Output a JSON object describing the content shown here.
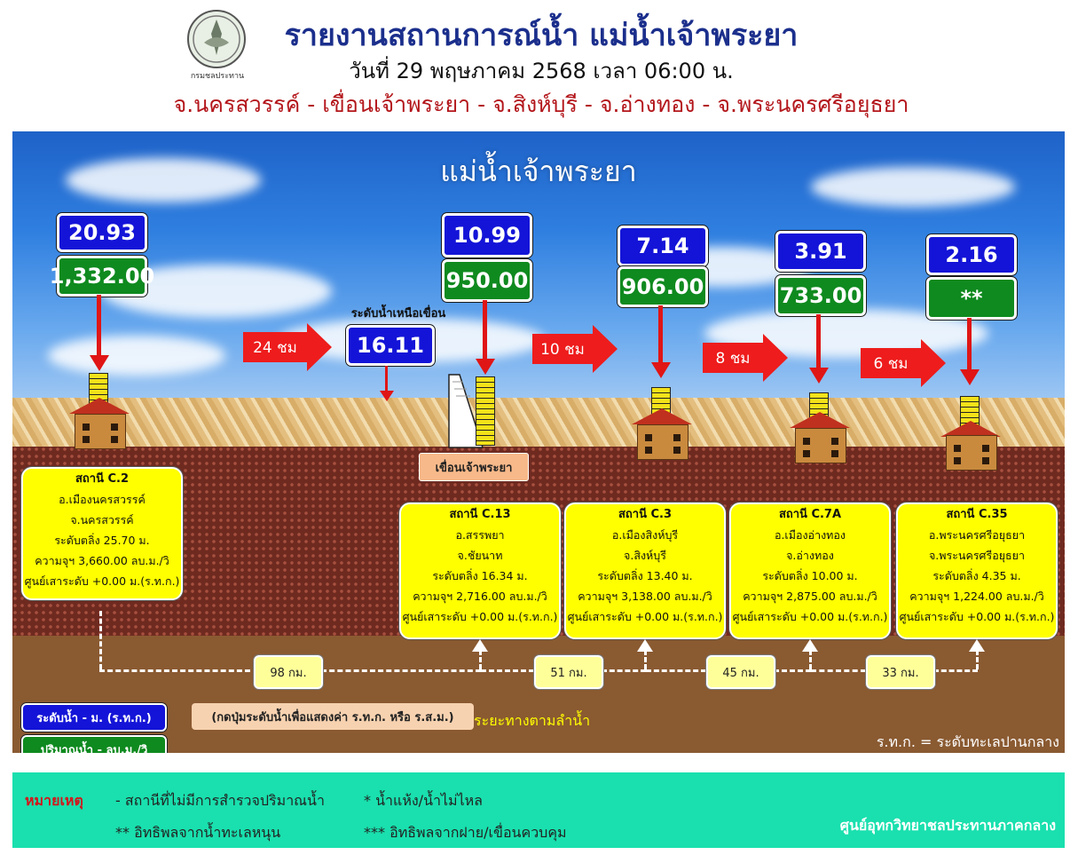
{
  "header": {
    "logo_text": "กรมชลประทาน",
    "title": "รายงานสถานการณ์น้ำ แม่น้ำเจ้าพระยา",
    "date": "วันที่ 29 พฤษภาคม 2568 เวลา 06:00 น.",
    "route": "จ.นครสวรรค์ - เขื่อนเจ้าพระยา - จ.สิงห์บุรี - จ.อ่างทอง - จ.พระนครศรีอยุธยา"
  },
  "river_title": "แม่น้ำเจ้าพระยา",
  "upstream": {
    "label": "ระดับน้ำเหนือเขื่อน",
    "value": "16.11"
  },
  "dam_label": "เขื่อนเจ้าพระยา",
  "stations": [
    {
      "level": "20.93",
      "flow": "1,332.00",
      "name": "สถานี C.2",
      "district": "อ.เมืองนครสวรรค์",
      "province": "จ.นครสวรรค์",
      "bank": "ระดับตลิ่ง 25.70 ม.",
      "capacity": "ความจุฯ 3,660.00 ลบ.ม./วิ",
      "datum": "ศูนย์เสาระดับ +0.00 ม.(ร.ท.ก.)"
    },
    {
      "level": "10.99",
      "flow": "950.00",
      "name": "สถานี C.13",
      "district": "อ.สรรพยา",
      "province": "จ.ชัยนาท",
      "bank": "ระดับตลิ่ง 16.34 ม.",
      "capacity": "ความจุฯ 2,716.00 ลบ.ม./วิ",
      "datum": "ศูนย์เสาระดับ +0.00 ม.(ร.ท.ก.)"
    },
    {
      "level": "7.14",
      "flow": "906.00",
      "name": "สถานี C.3",
      "district": "อ.เมืองสิงห์บุรี",
      "province": "จ.สิงห์บุรี",
      "bank": "ระดับตลิ่ง 13.40 ม.",
      "capacity": "ความจุฯ 3,138.00 ลบ.ม./วิ",
      "datum": "ศูนย์เสาระดับ +0.00 ม.(ร.ท.ก.)"
    },
    {
      "level": "3.91",
      "flow": "733.00",
      "name": "สถานี C.7A",
      "district": "อ.เมืองอ่างทอง",
      "province": "จ.อ่างทอง",
      "bank": "ระดับตลิ่ง 10.00 ม.",
      "capacity": "ความจุฯ 2,875.00 ลบ.ม./วิ",
      "datum": "ศูนย์เสาระดับ +0.00 ม.(ร.ท.ก.)"
    },
    {
      "level": "2.16",
      "flow": "**",
      "name": "สถานี C.35",
      "district": "อ.พระนครศรีอยุธยา",
      "province": "จ.พระนครศรีอยุธยา",
      "bank": "ระดับตลิ่ง 4.35 ม.",
      "capacity": "ความจุฯ 1,224.00 ลบ.ม./วิ",
      "datum": "ศูนย์เสาระดับ +0.00 ม.(ร.ท.ก.)"
    }
  ],
  "travel_times": [
    "24 ชม",
    "10 ชม",
    "8 ชม",
    "6 ชม"
  ],
  "distances": [
    "98 กม.",
    "51 กม.",
    "45 กม.",
    "33 กม."
  ],
  "legend": {
    "level": "ระดับน้ำ - ม. (ร.ท.ก.)",
    "flow": "ปริมาณน้ำ - ลบ.ม./วิ",
    "note": "(กดปุ่มระดับน้ำเพื่อแสดงค่า ร.ท.ก. หรือ ร.ส.ม.)",
    "distance_label": "ระยะทางตามลำน้ำ",
    "msl_note": "ร.ท.ก. = ระดับทะเลปานกลาง"
  },
  "footer": {
    "remark_label": "หมายเหตุ",
    "item1": "-  สถานีที่ไม่มีการสำรวจปริมาณน้ำ",
    "item2": "*  น้ำแห้ง/น้ำไม่ไหล",
    "item3": "** อิทธิพลจากน้ำทะเลหนุน",
    "item4": "*** อิทธิพลจากฝาย/เขื่อนควบคุม",
    "org": "ศูนย์อุทกวิทยาชลประทานภาคกลาง"
  },
  "colors": {
    "level_box": "#1414d8",
    "flow_box": "#0f8a1f",
    "arrow": "#ee1c1c",
    "card": "#ffff00",
    "footer": "#19e0ae",
    "title": "#1b2f8c",
    "route": "#b3161b"
  }
}
